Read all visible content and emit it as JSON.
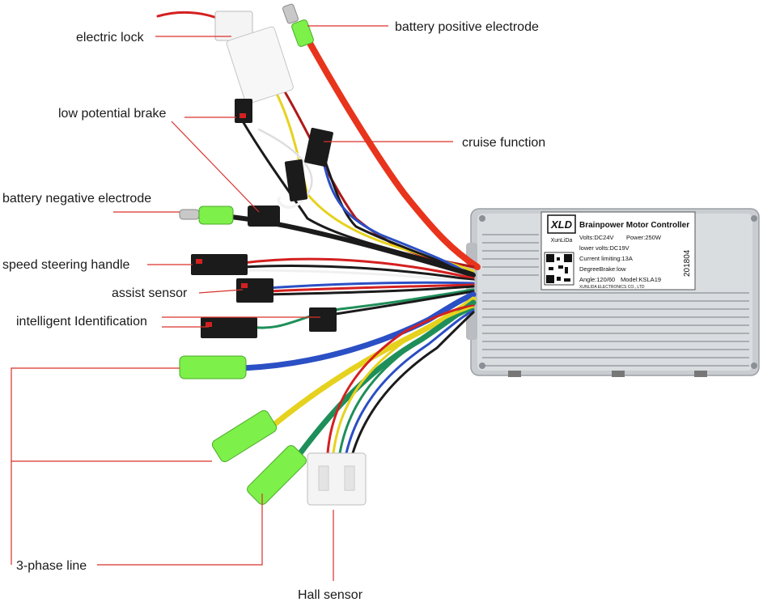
{
  "labels": {
    "electric_lock": "electric lock",
    "battery_positive": "battery positive electrode",
    "low_potential_brake": "low potential brake",
    "cruise_function": "cruise function",
    "battery_negative": "battery negative electrode",
    "speed_steering_handle": "speed steering handle",
    "assist_sensor": "assist sensor",
    "intelligent_identification": "intelligent Identification",
    "three_phase_line": "3-phase line",
    "hall_sensor": "Hall sensor"
  },
  "controller": {
    "logo": "XLD",
    "brand_small": "XunLiDa",
    "title": "Brainpower Motor Controller",
    "volts": "Volts:DC24V",
    "power": "Power:250W",
    "lower_volts": "lower volts:DC19V",
    "current": "Current limiting:13A",
    "degree_brake": "DegreeBrake:low",
    "angle": "Angle:120/60",
    "model": "Model:KSLA19",
    "company": "XUNLIDA ELECTRONICS CO., LTD",
    "date_code": "201804"
  },
  "colors": {
    "leader_line": "#d9302a",
    "housing": "#cfd3d6",
    "connector_green": "#7df04a",
    "wire_red": "#e8341c",
    "wire_blue": "#2b4fc4",
    "wire_yellow": "#e6d21e",
    "wire_green": "#1f8f5a",
    "wire_black": "#1b1b1b"
  }
}
